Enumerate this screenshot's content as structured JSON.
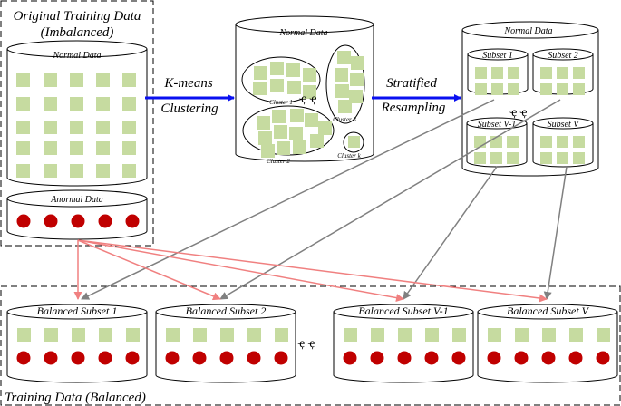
{
  "original_box": {
    "title_line1": "Original Training Data",
    "title_line2": "(Imbalanced)",
    "normal_label": "Normal Data",
    "anormal_label": "Anormal Data"
  },
  "kmeans_arrow": {
    "line1": "K-means",
    "line2": "Clustering"
  },
  "clustered_db": {
    "title": "Normal Data",
    "cluster1": "Cluster 1",
    "cluster2": "Cluster 2",
    "cluster3": "Cluster 3",
    "clusterk": "Cluster k",
    "dots": "ҿ ҿ"
  },
  "resample_arrow": {
    "line1": "Stratified",
    "line2": "Resampling"
  },
  "subsets_db": {
    "title": "Normal Data",
    "subset1": "Subset 1",
    "subset2": "Subset 2",
    "subsetV1": "Subset V-1",
    "subsetV": "Subset V",
    "dots": "ҿ ҿ"
  },
  "balanced_box": {
    "title": "Training Data (Balanced)",
    "subsets": [
      "Balanced Subset 1",
      "Balanced Subset 2",
      "Balanced Subset V-1",
      "Balanced Subset V"
    ],
    "dots": "ҿ ҿ"
  },
  "colors": {
    "normal_square": "#c6dba0",
    "anormal_circle": "#c00000",
    "blue_arrow": "#0a10f0",
    "red_arrow": "#f08080",
    "gray_arrow": "#808080"
  }
}
